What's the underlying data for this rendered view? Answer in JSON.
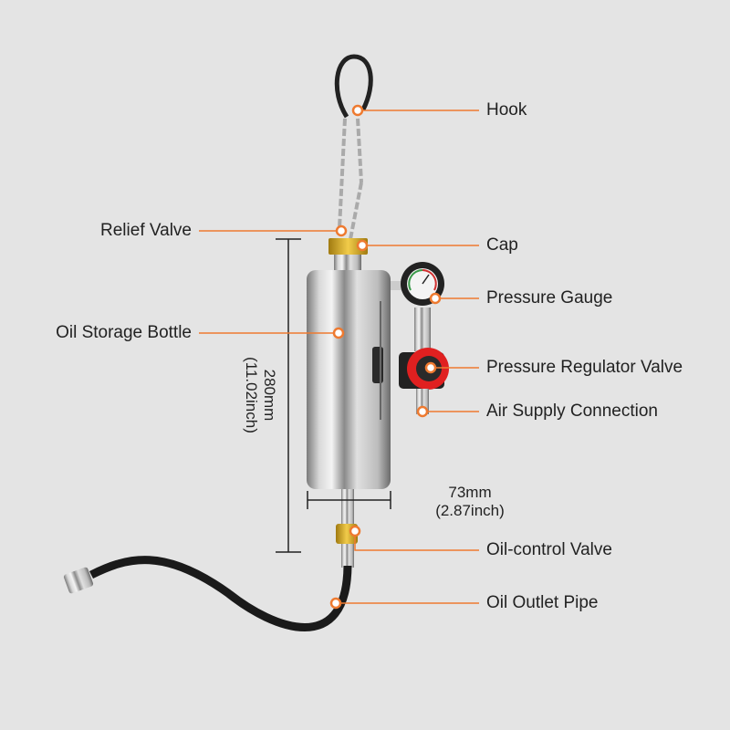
{
  "labels": {
    "hook": "Hook",
    "relief_valve": "Relief Valve",
    "cap": "Cap",
    "pressure_gauge": "Pressure Gauge",
    "oil_storage_bottle": "Oil Storage Bottle",
    "pressure_regulator_valve": "Pressure Regulator Valve",
    "air_supply_connection": "Air Supply Connection",
    "oil_control_valve": "Oil-control Valve",
    "oil_outlet_pipe": "Oil Outlet Pipe"
  },
  "dimensions": {
    "height_mm": "280mm",
    "height_inch": "(11.02inch)",
    "width_mm": "73mm",
    "width_inch": "(2.87inch)"
  },
  "colors": {
    "background": "#e4e4e4",
    "leader": "#ee7a30"
  }
}
